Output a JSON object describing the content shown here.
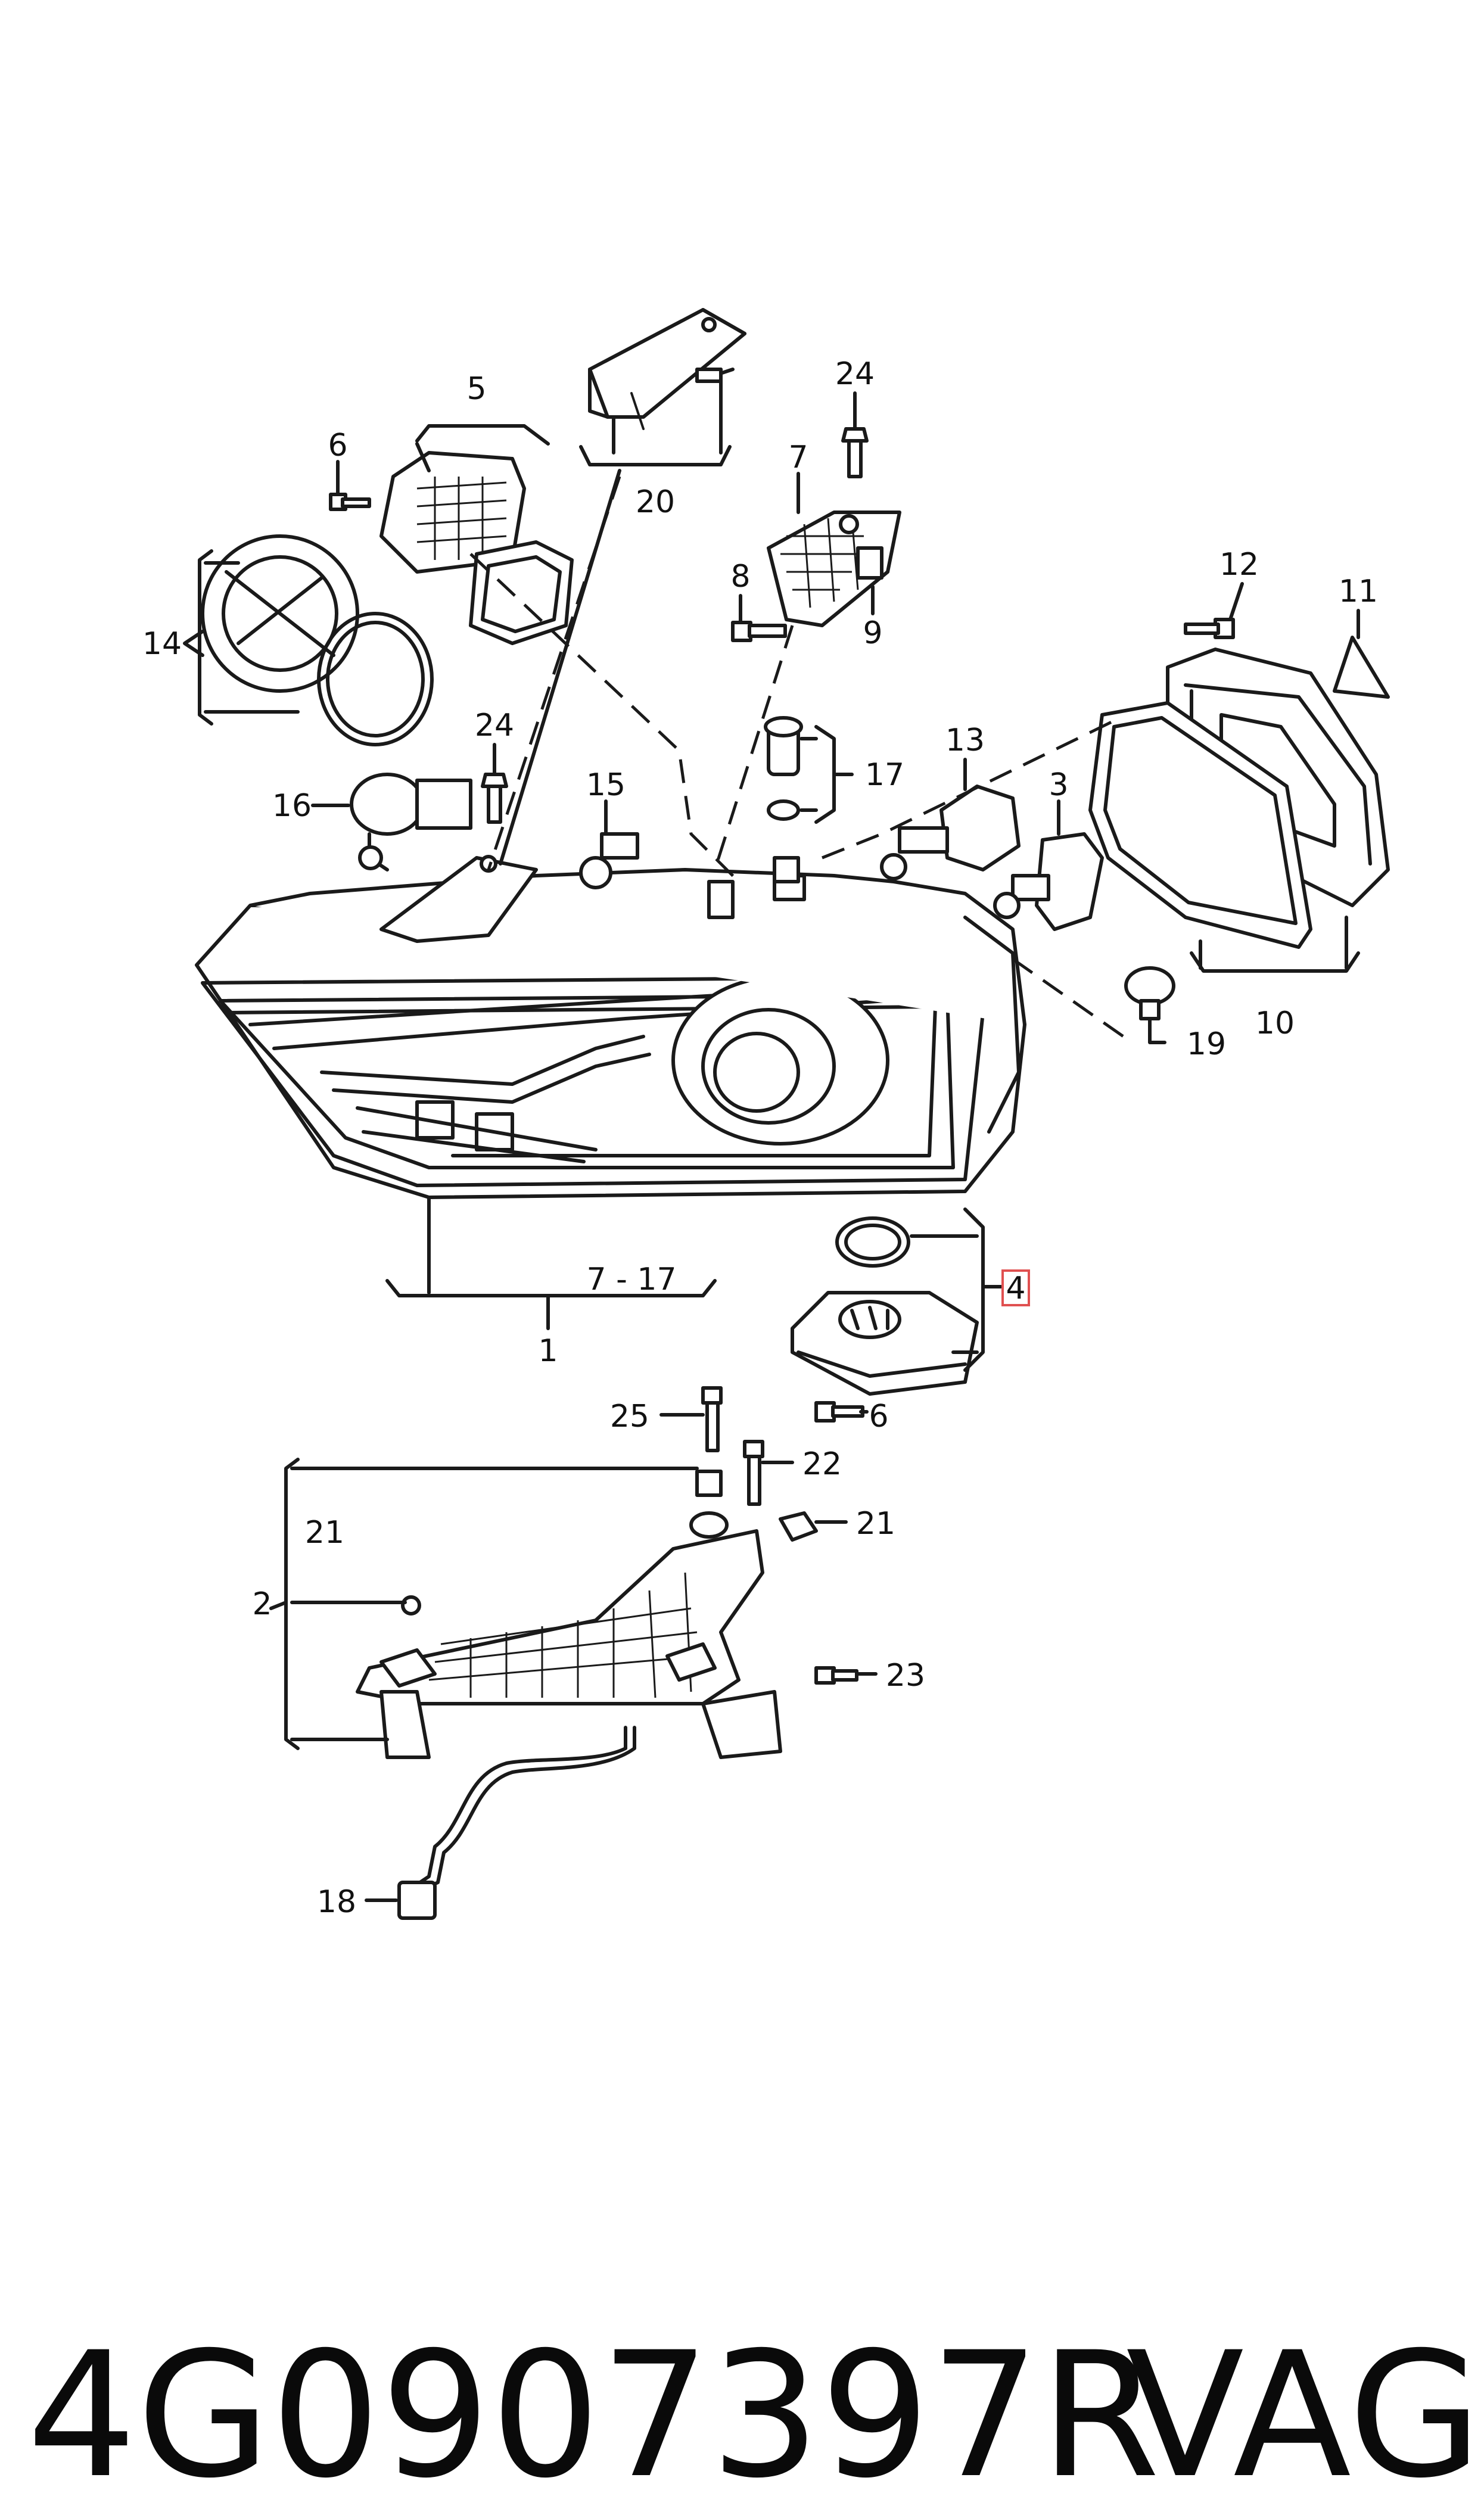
{
  "callouts": {
    "c1": "1",
    "c2": "2",
    "c3": "3",
    "c4": "4",
    "c5": "5",
    "c6a": "6",
    "c6b": "6",
    "c7": "7",
    "c7_17": "7 - 17",
    "c8": "8",
    "c9": "9",
    "c10": "10",
    "c11": "11",
    "c12": "12",
    "c13": "13",
    "c14": "14",
    "c15": "15",
    "c16": "16",
    "c17": "17",
    "c18": "18",
    "c19": "19",
    "c20": "20",
    "c21a": "21",
    "c21b": "21",
    "c22": "22",
    "c23": "23",
    "c24a": "24",
    "c24b": "24",
    "c25": "25"
  },
  "highlight_color": "#e05050",
  "footer": {
    "part_number": "4G0907397R",
    "brand": "VAG"
  }
}
